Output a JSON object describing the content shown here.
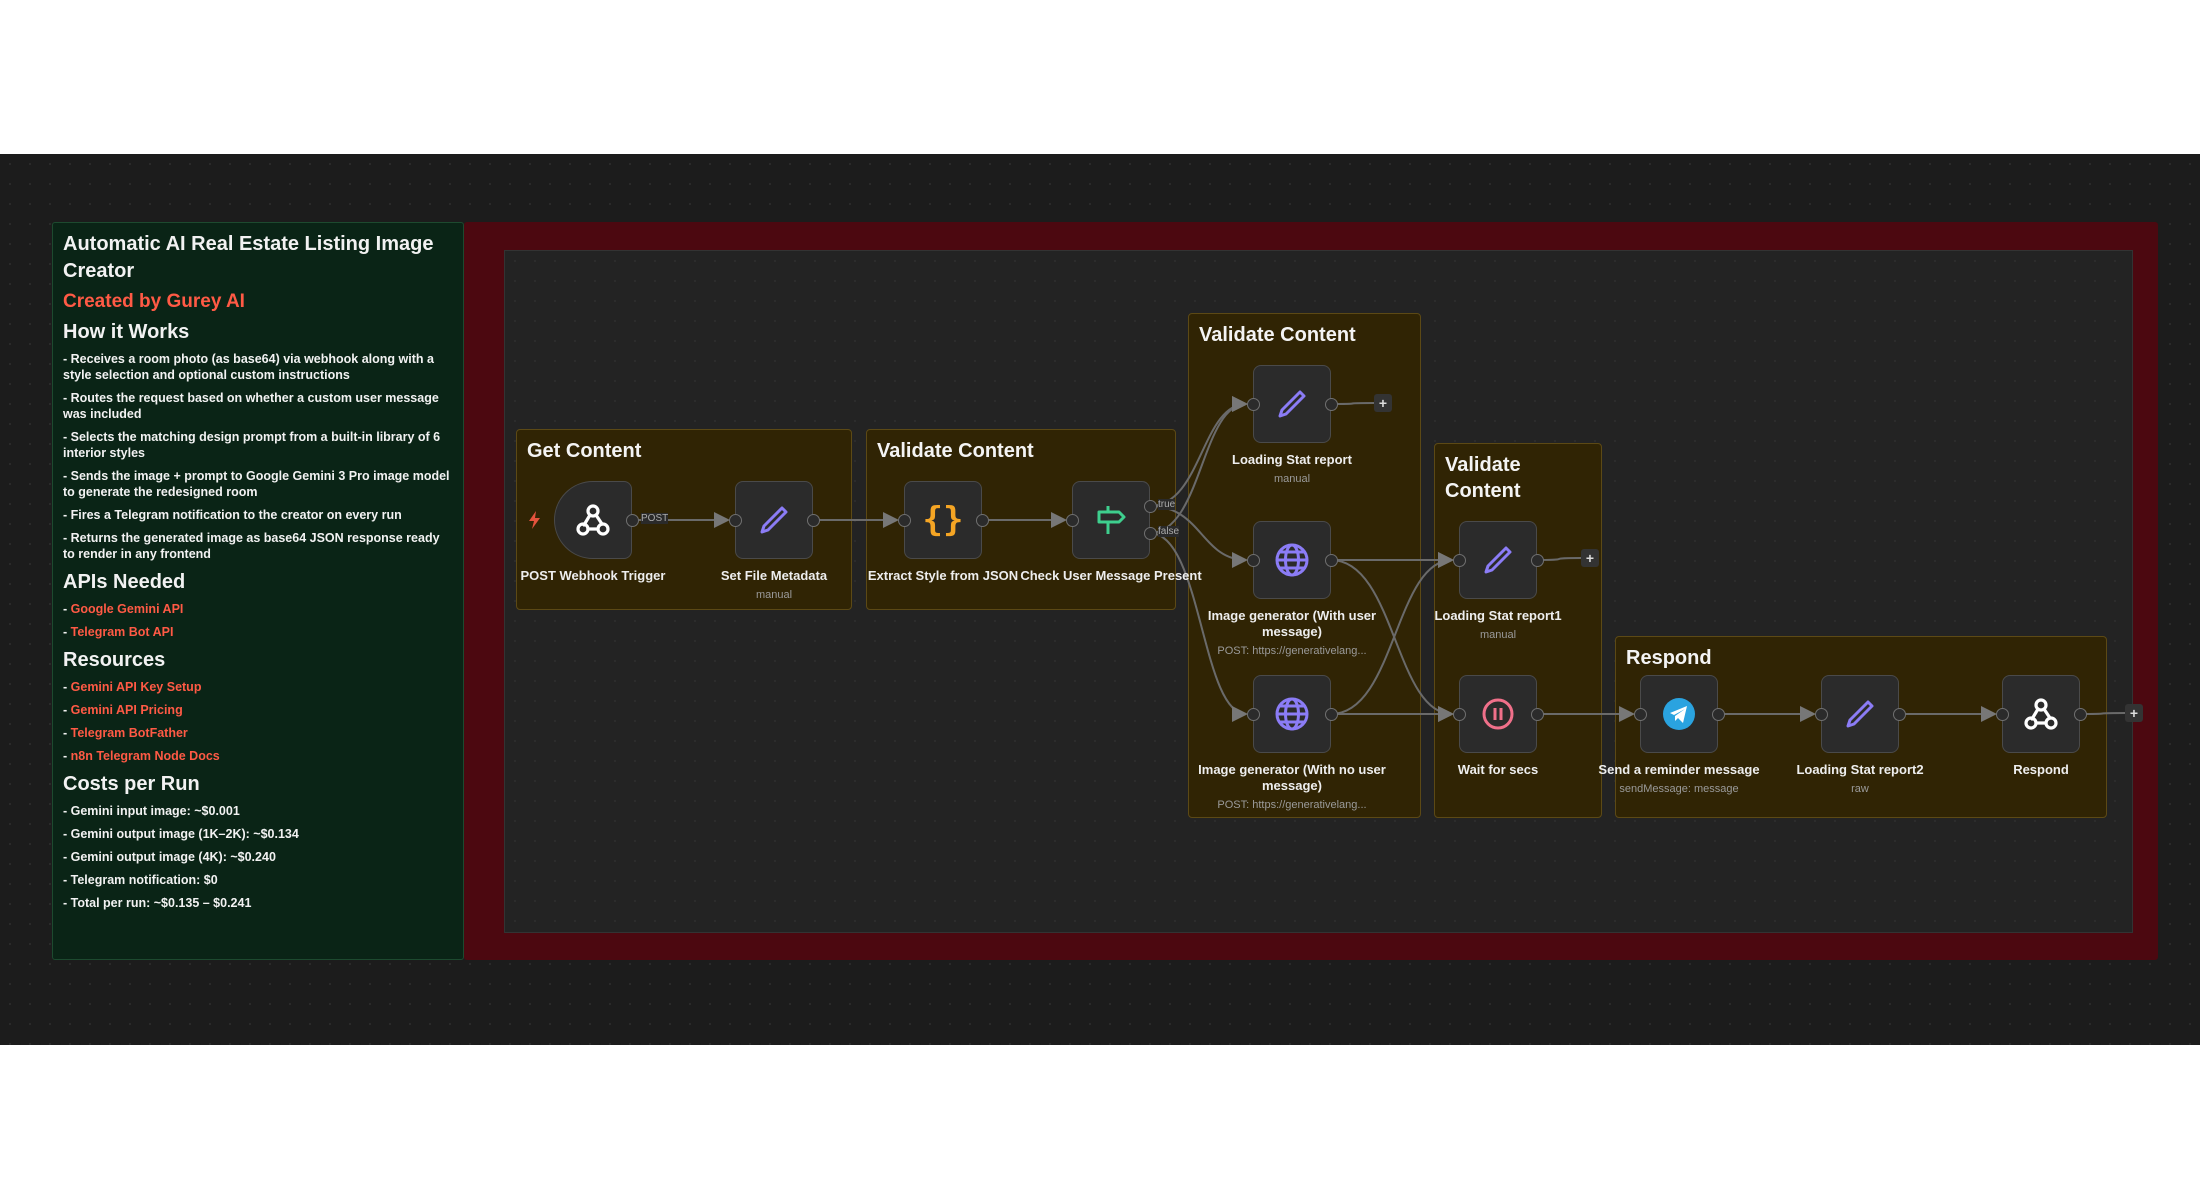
{
  "sticky": {
    "title": "Automatic AI Real Estate Listing Image Creator",
    "credit": "Created by Gurey AI",
    "how_heading": "How it Works",
    "how": [
      "- Receives a room photo (as base64) via webhook along with a style selection and optional custom instructions",
      "- Routes the request based on whether a custom user message was included",
      "- Selects the matching design prompt from a built-in library of 6 interior styles",
      "- Sends the image + prompt to Google Gemini 3 Pro image model to generate the redesigned room",
      "- Fires a Telegram notification to the creator on every run",
      "- Returns the generated image as base64 JSON response ready to render in any frontend"
    ],
    "apis_heading": "APIs Needed",
    "apis": [
      "Google Gemini API",
      "Telegram Bot API"
    ],
    "resources_heading": "Resources",
    "resources": [
      "Gemini API Key Setup",
      "Gemini API Pricing",
      "Telegram BotFather",
      "n8n Telegram Node Docs"
    ],
    "costs_heading": "Costs per Run",
    "costs": [
      "- Gemini input image: ~$0.001",
      "- Gemini output image (1K–2K): ~$0.134",
      "- Gemini output image (4K): ~$0.240",
      "- Telegram notification: $0",
      "- Total per run: ~$0.135 – $0.241"
    ],
    "bullet": "- "
  },
  "groups": [
    "Get Content",
    "Validate Content",
    "Validate Content",
    "Validate Content",
    "Respond"
  ],
  "nodes": [
    {
      "label": "POST Webhook Trigger",
      "sub": "",
      "icon": "webhook-icon"
    },
    {
      "label": "Set File Metadata",
      "sub": "manual",
      "icon": "pencil-icon"
    },
    {
      "label": "Extract Style from JSON",
      "sub": "",
      "icon": "braces-icon"
    },
    {
      "label": "Check User Message Present",
      "sub": "",
      "icon": "signpost-icon"
    },
    {
      "label": "Loading Stat report",
      "sub": "manual",
      "icon": "pencil-icon"
    },
    {
      "label": "Image generator (With user message)",
      "sub": "POST: https://generativelang...",
      "icon": "globe-icon"
    },
    {
      "label": "Image generator (With no user message)",
      "sub": "POST: https://generativelang...",
      "icon": "globe-icon"
    },
    {
      "label": "Loading Stat report1",
      "sub": "manual",
      "icon": "pencil-icon"
    },
    {
      "label": "Wait for secs",
      "sub": "",
      "icon": "pause-icon"
    },
    {
      "label": "Send a reminder message",
      "sub": "sendMessage: message",
      "icon": "telegram-icon"
    },
    {
      "label": "Loading Stat report2",
      "sub": "raw",
      "icon": "pencil-icon"
    },
    {
      "label": "Respond",
      "sub": "",
      "icon": "webhook-icon"
    }
  ],
  "port_labels": {
    "post": "POST",
    "true": "true",
    "false": "false"
  },
  "plus": "+",
  "braces": "{}",
  "colors": {
    "accent": "#ff5a45",
    "sticky_bg": "#0a2416",
    "frame": "#4c0810",
    "group": "#302404",
    "pencil": "#8b7cf6",
    "braces": "#f5a524",
    "signpost": "#3ecf8e",
    "pause": "#f0708a",
    "telegram": "#2aa3e0"
  }
}
